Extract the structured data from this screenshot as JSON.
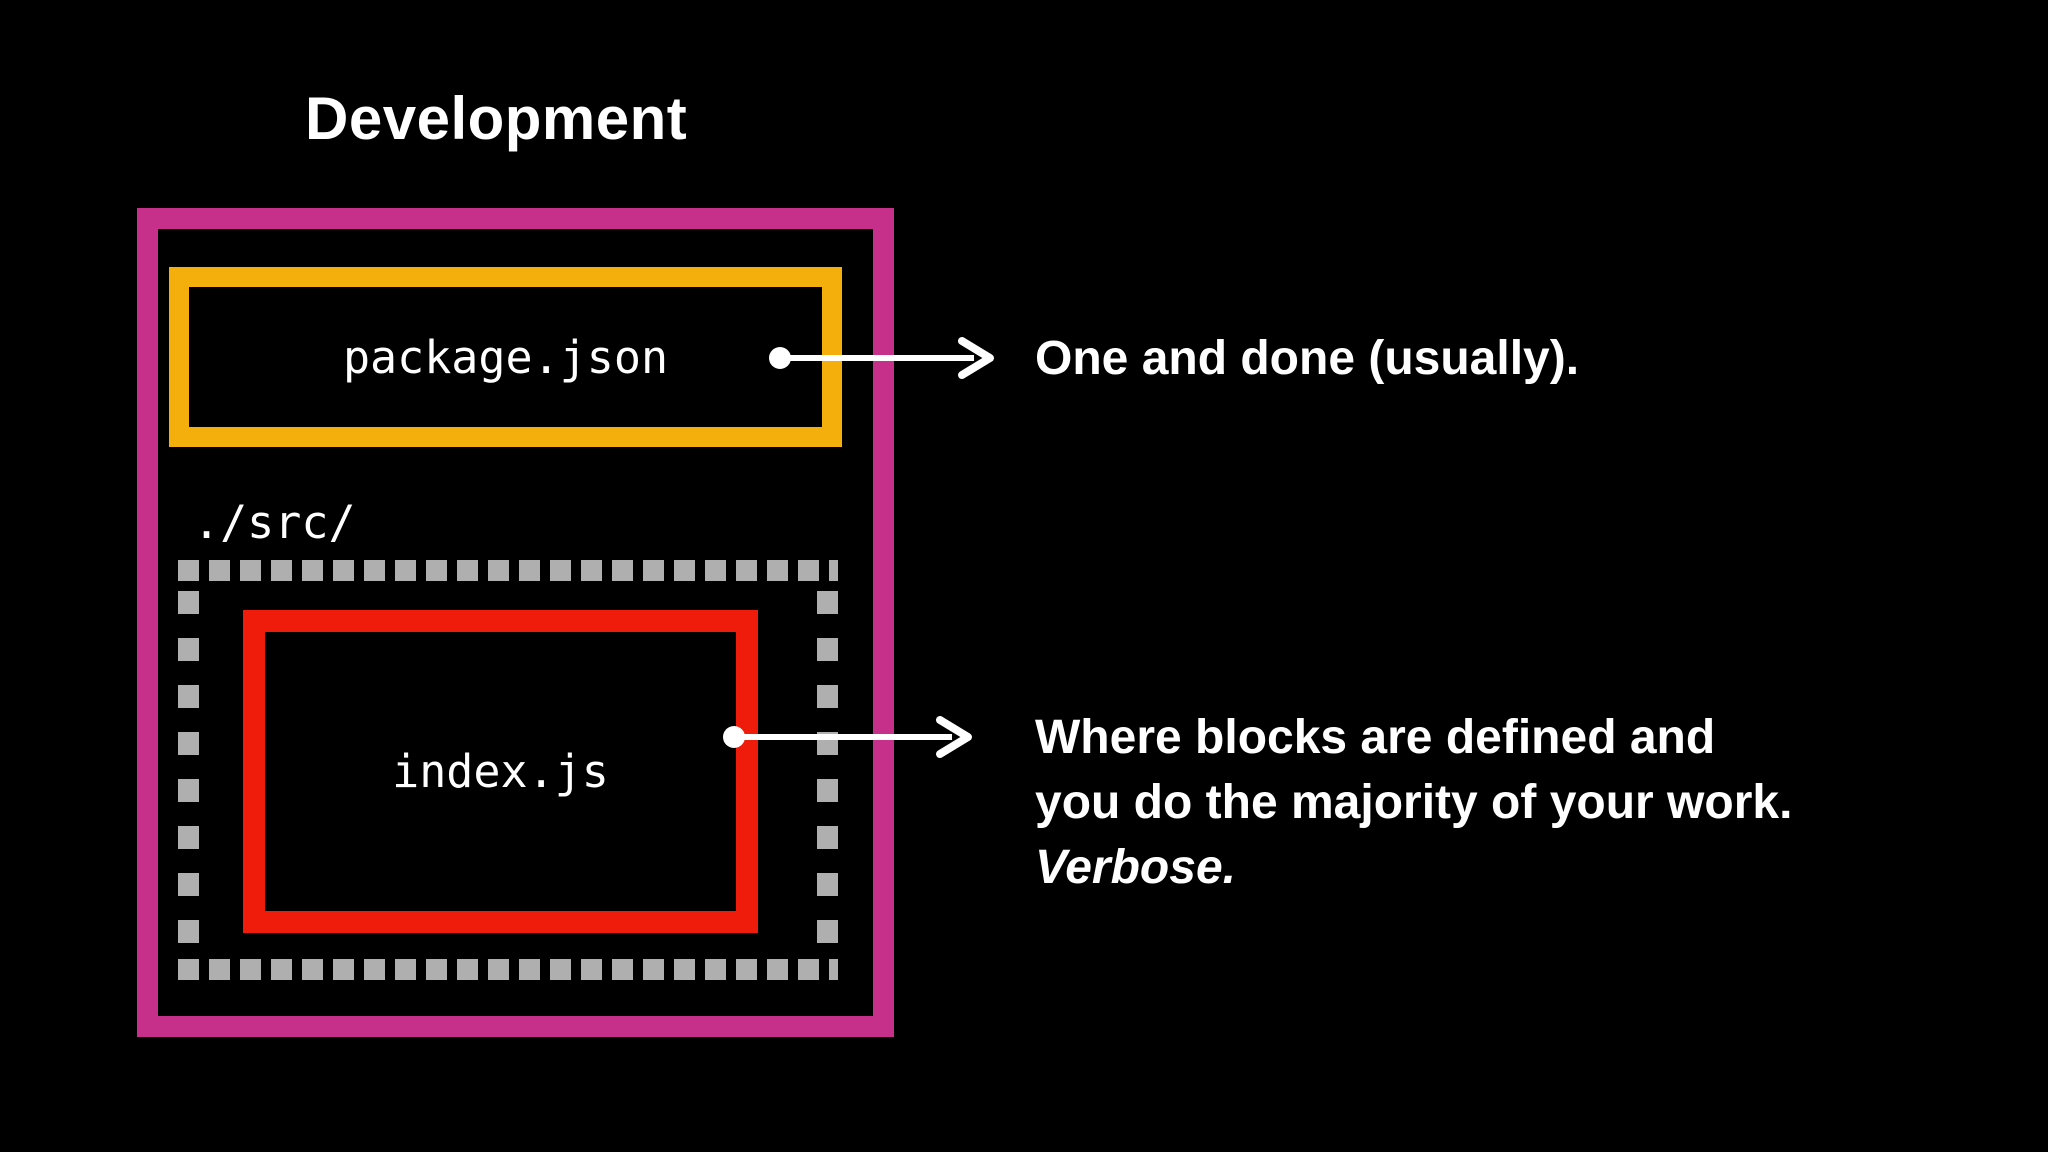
{
  "slide": {
    "title": "Development",
    "background_color": "#000000",
    "text_color": "#FFFFFF"
  },
  "diagram": {
    "project_box": {
      "border_color": "#C62F8A"
    },
    "package_json_box": {
      "label": "package.json",
      "border_color": "#F4AF0D"
    },
    "src_folder": {
      "path_label": "./src/",
      "border_color": "#AFAFAF",
      "border_style": "dashed"
    },
    "index_js_box": {
      "label": "index.js",
      "border_color": "#EF1C0C"
    }
  },
  "annotations": {
    "package_json_note": {
      "text": "One and done (usually)."
    },
    "index_js_note": {
      "lines": [
        "Where blocks are defined and",
        "you do the majority of your work."
      ],
      "emphasis": "Verbose."
    }
  },
  "arrow_color": "#FFFFFF"
}
